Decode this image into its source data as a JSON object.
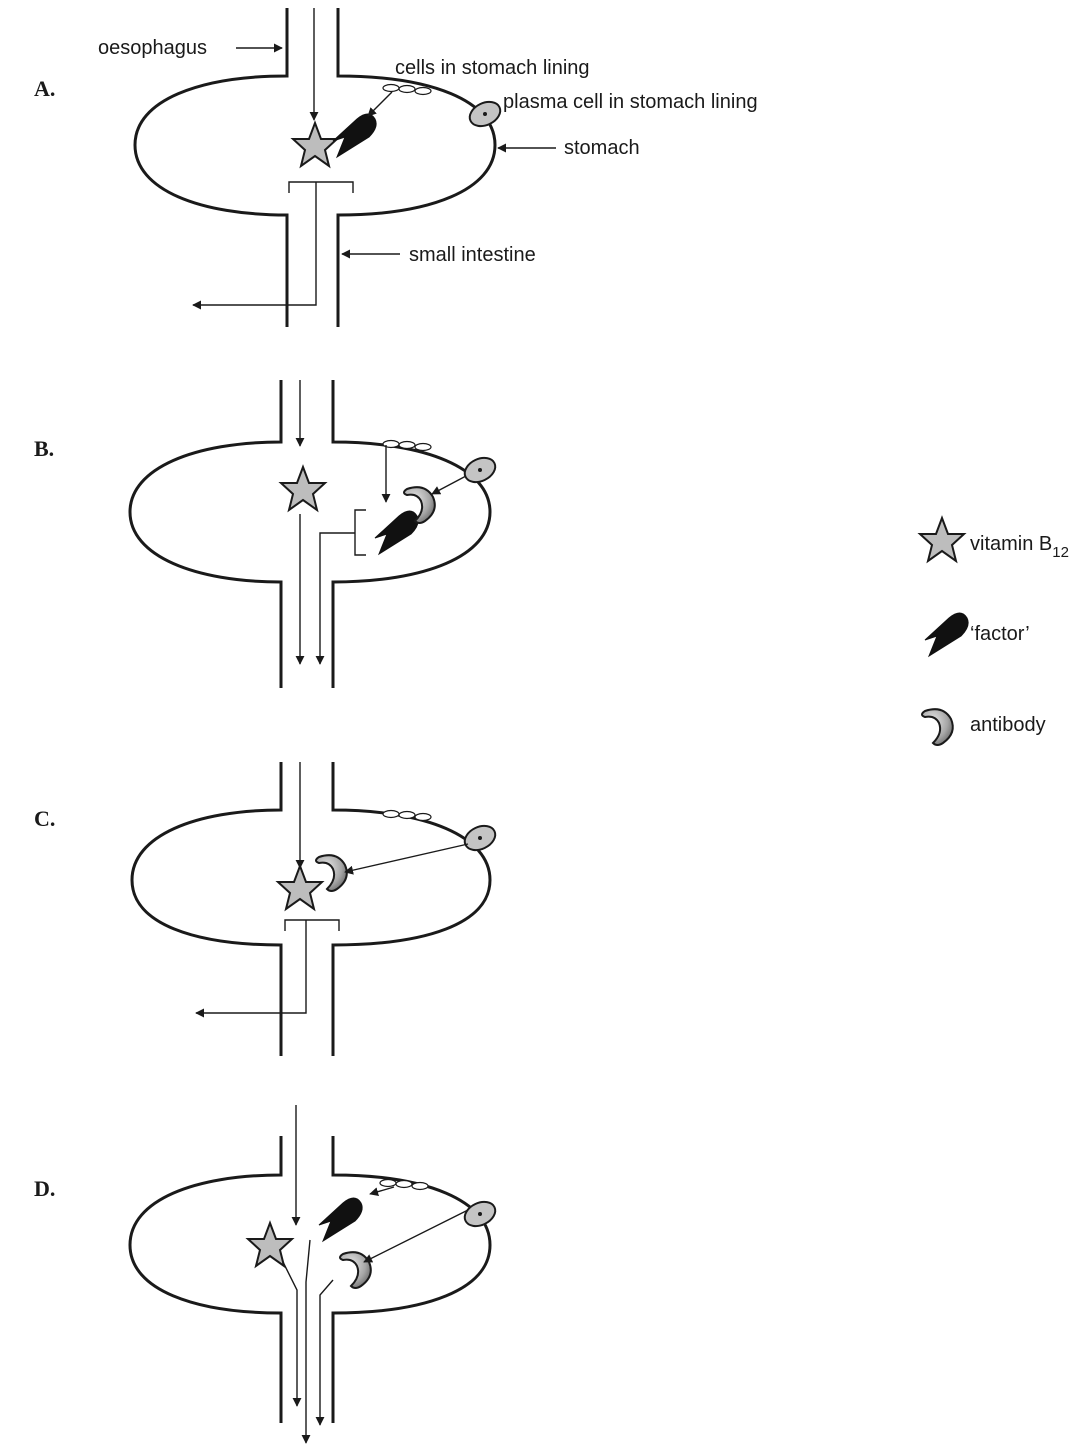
{
  "panels": {
    "a": "A.",
    "b": "B.",
    "c": "C.",
    "d": "D."
  },
  "labels": {
    "oesophagus": "oesophagus",
    "cells_lining": "cells in stomach lining",
    "plasma_cell": "plasma cell in stomach lining",
    "stomach": "stomach",
    "small_intestine": "small intestine"
  },
  "legend": {
    "vitamin_prefix": "vitamin B",
    "vitamin_sub": "12",
    "factor": "‘factor’",
    "antibody": "antibody"
  },
  "colors": {
    "star_fill": "#bdbdbd",
    "factor_fill": "#111111",
    "antibody_fill": "#b0b0b0",
    "plasma_fill": "#c4c4c4"
  }
}
